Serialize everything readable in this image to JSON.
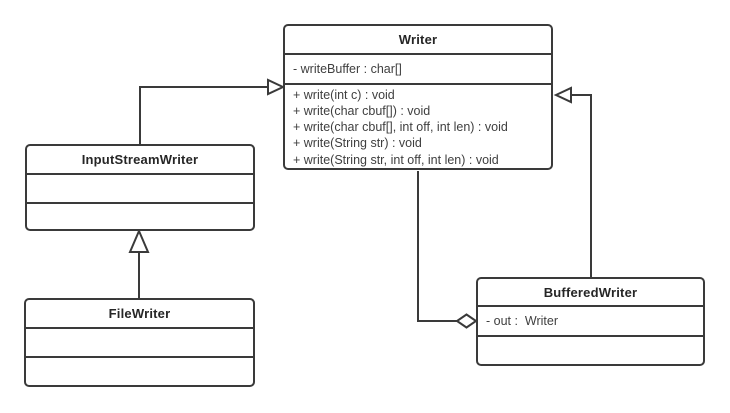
{
  "diagram": {
    "kind": "uml-class-diagram",
    "background_color": "#ffffff",
    "line_color": "#3a3a3a",
    "title_text_color": "#262626",
    "member_text_color": "#3f3f3f"
  },
  "classes": [
    {
      "name": "Writer",
      "attributes": [
        "- writeBuffer : char[]"
      ],
      "methods": [
        "+ write(int c) : void",
        "+ write(char cbuf[]) : void",
        "+ write(char cbuf[], int off, int len) : void",
        "+ write(String str) : void",
        "+ write(String str, int off, int len) : void"
      ]
    },
    {
      "name": "InputStreamWriter",
      "attributes": [],
      "methods": []
    },
    {
      "name": "FileWriter",
      "attributes": [],
      "methods": []
    },
    {
      "name": "BufferedWriter",
      "attributes": [
        "- out :  Writer"
      ],
      "methods": []
    }
  ],
  "relationships": [
    {
      "type": "generalization",
      "from": "InputStreamWriter",
      "to": "Writer",
      "arrowhead": "hollow-triangle"
    },
    {
      "type": "generalization",
      "from": "FileWriter",
      "to": "InputStreamWriter",
      "arrowhead": "hollow-triangle"
    },
    {
      "type": "generalization",
      "from": "BufferedWriter",
      "to": "Writer",
      "arrowhead": "hollow-triangle"
    },
    {
      "type": "aggregation",
      "whole": "BufferedWriter",
      "part": "Writer",
      "marker": "hollow-diamond"
    }
  ]
}
